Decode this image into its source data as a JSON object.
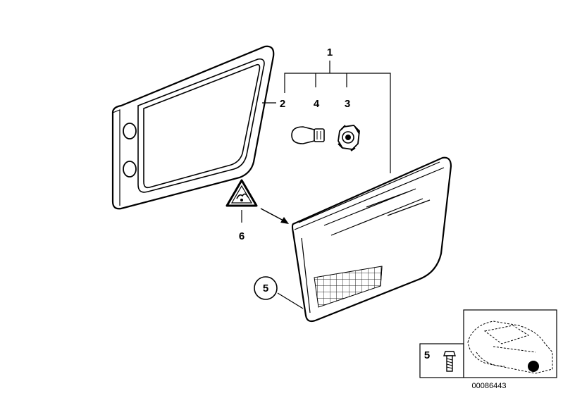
{
  "callouts": {
    "assembly": "1",
    "gasket": "2",
    "socket": "3",
    "bulb": "4",
    "lamp": "5",
    "warning_label": "6"
  },
  "inset": {
    "ref_number": "5",
    "diagram_id": "00086443"
  }
}
